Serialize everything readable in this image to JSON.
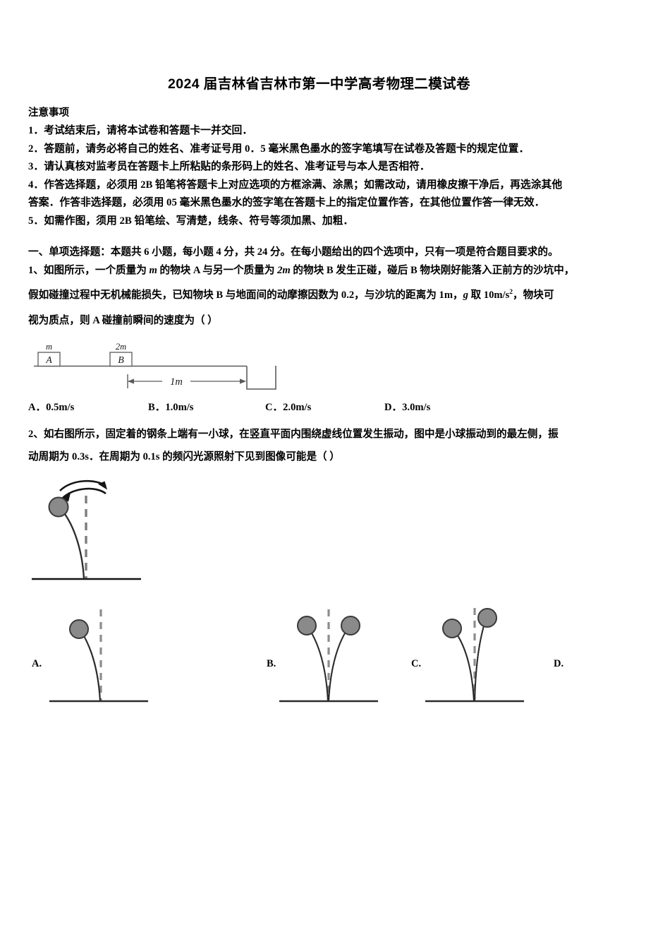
{
  "document": {
    "title": "2024 届吉林省吉林市第一中学高考物理二模试卷"
  },
  "notices": {
    "heading": "注意事项",
    "items": [
      "1．考试结束后，请将本试卷和答题卡一并交回．",
      "2．答题前，请务必将自己的姓名、准考证号用 0．5 毫米黑色墨水的签字笔填写在试卷及答题卡的规定位置．",
      "3．请认真核对监考员在答题卡上所粘贴的条形码上的姓名、准考证号与本人是否相符．",
      "4．作答选择题，必须用 2B 铅笔将答题卡上对应选项的方框涂满、涂黑；如需改动，请用橡皮擦干净后，再选涂其他",
      "答案．作答非选择题，必须用 05 毫米黑色墨水的签字笔在答题卡上的指定位置作答，在其他位置作答一律无效．",
      "5．如需作图，须用 2B 铅笔绘、写清楚，线条、符号等须加黑、加粗．"
    ]
  },
  "section": {
    "heading": "一、单项选择题：本题共 6 小题，每小题 4 分，共 24 分。在每小题给出的四个选项中，只有一项是符合题目要求的。"
  },
  "question1": {
    "line1_a": "1、如图所示，一个质量为 ",
    "line1_m": "m",
    "line1_b": " 的物块 A 与另一个质量为 ",
    "line1_2m": "2m",
    "line1_c": " 的物块 B 发生正碰，碰后 B 物块刚好能落入正前方的沙坑中，",
    "line2_a": "假如碰撞过程中无机械能损失，已知物块 B 与地面间的动摩擦因数为 0.2，与沙坑的距离为 1m，",
    "line2_g": "g",
    "line2_b": " 取 10m/s",
    "line2_sup": "2",
    "line2_c": "，物块可",
    "line3": "视为质点，则 A 碰撞前瞬间的速度为（      ）",
    "figure": {
      "block_a_label": "A",
      "block_a_mass": "m",
      "block_b_label": "B",
      "block_b_mass": "2m",
      "distance_label": "1m"
    },
    "options": [
      "A．0.5m/s",
      "B．1.0m/s",
      "C．2.0m/s",
      "D．3.0m/s"
    ]
  },
  "question2": {
    "line1": "2、如右图所示，固定着的钢条上端有一小球，在竖直平面内围绕虚线位置发生振动，图中是小球振动到的最左侧，振",
    "line2_a": "动周期为 0.3s．在周期为 0.1s 的频闪光源照射下见到图像可能是（ ）",
    "option_labels": [
      "A.",
      "B.",
      "C.",
      "D."
    ]
  },
  "colors": {
    "ball_fill": "#8a8a8a",
    "ball_stroke": "#3a3a3a",
    "line": "#1a1a1a",
    "figure_gray": "#6e6e6e",
    "dashed": "#7d7d7d"
  }
}
